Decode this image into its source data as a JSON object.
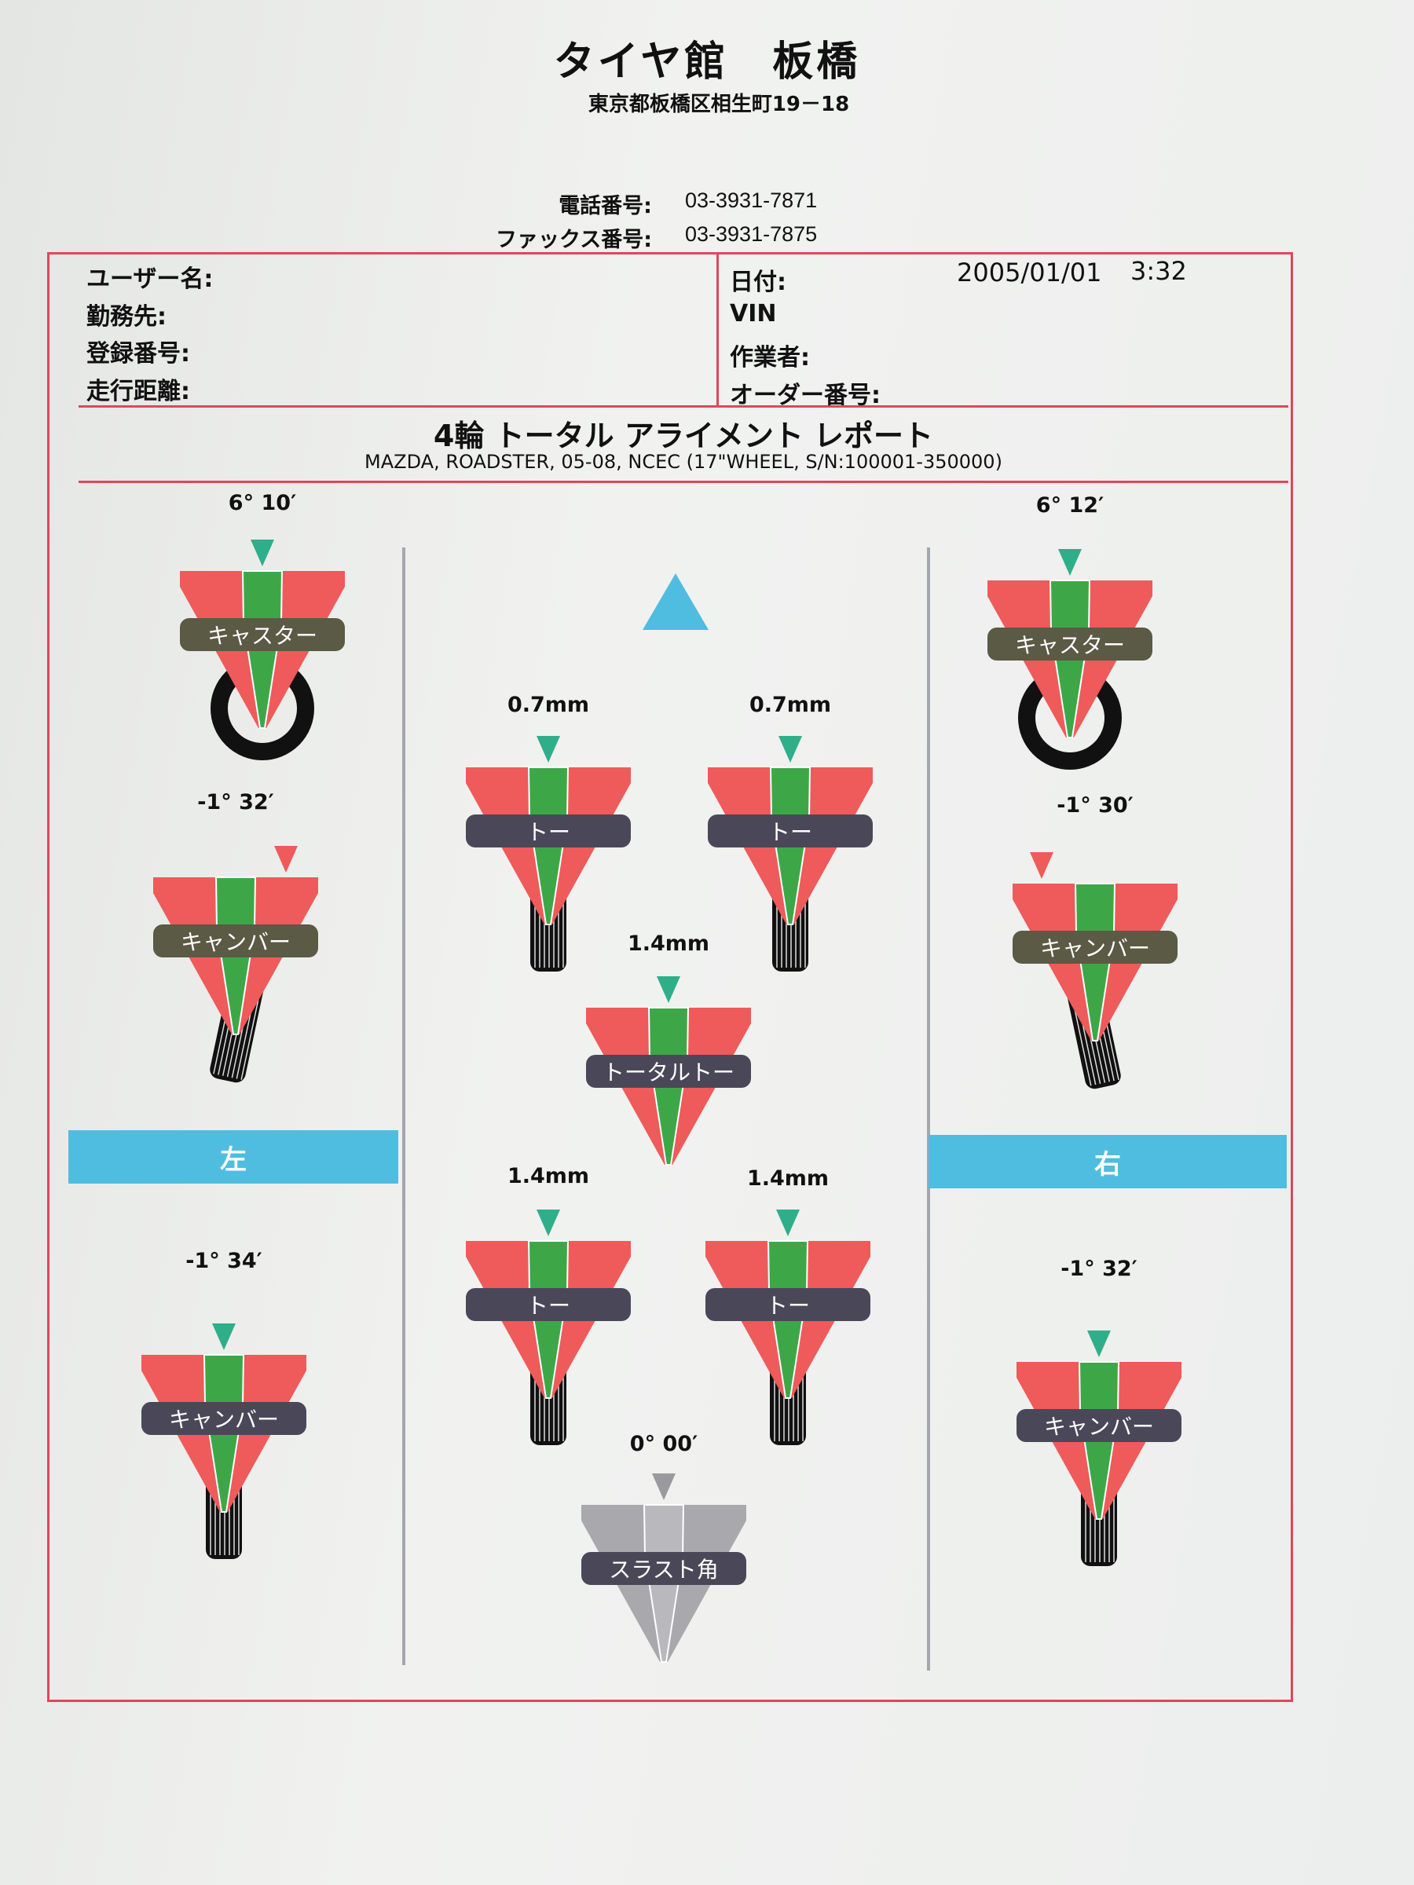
{
  "header": {
    "shop_name": "タイヤ館　板橋",
    "address": "東京都板橋区相生町19－18",
    "phone_label": "電話番号:",
    "phone": "03-3931-7871",
    "fax_label": "ファックス番号:",
    "fax": "03-3931-7875"
  },
  "info": {
    "left": [
      "ユーザー名:",
      "勤務先:",
      "登録番号:",
      "走行距離:"
    ],
    "right": [
      "日付:",
      "VIN",
      "作業者:",
      "オーダー番号:"
    ],
    "date": "2005/01/01",
    "time": "3:32"
  },
  "report": {
    "title": "4輪 トータル アライメント レポート",
    "vehicle": "MAZDA, ROADSTER, 05-08, NCEC (17\"WHEEL, S/N:100001-350000)"
  },
  "sides": {
    "left": "左",
    "right": "右"
  },
  "gauges": [
    {
      "label": "キャスター",
      "value": "6° 10′",
      "kind": "caster",
      "pill": "#5a5a45"
    },
    {
      "label": "キャスター",
      "value": "6° 12′",
      "kind": "caster",
      "pill": "#5a5a45"
    },
    {
      "label": "キャンバー",
      "value": "-1° 32′",
      "kind": "camber-l",
      "pill": "#5a5a45"
    },
    {
      "label": "キャンバー",
      "value": "-1° 30′",
      "kind": "camber-r",
      "pill": "#5a5a45"
    },
    {
      "label": "トー",
      "value": "0.7mm",
      "kind": "toe",
      "pill": "#4a4858"
    },
    {
      "label": "トー",
      "value": "0.7mm",
      "kind": "toe",
      "pill": "#4a4858"
    },
    {
      "label": "トータルトー",
      "value": "1.4mm",
      "kind": "none",
      "pill": "#4a4858"
    },
    {
      "label": "トー",
      "value": "1.4mm",
      "kind": "toe",
      "pill": "#4a4858"
    },
    {
      "label": "トー",
      "value": "1.4mm",
      "kind": "toe",
      "pill": "#4a4858"
    },
    {
      "label": "キャンバー",
      "value": "-1° 34′",
      "kind": "toe",
      "pill": "#4a4858"
    },
    {
      "label": "キャンバー",
      "value": "-1° 32′",
      "kind": "toe",
      "pill": "#4a4858"
    },
    {
      "label": "スラスト角",
      "value": "0° 00′",
      "kind": "thrust",
      "pill": "#4a4858"
    }
  ],
  "colors": {
    "red": "#ef5a5a",
    "green": "#3da748",
    "marker": "#2fae8a",
    "blue": "#4fbde0",
    "frame": "#e0475a"
  }
}
